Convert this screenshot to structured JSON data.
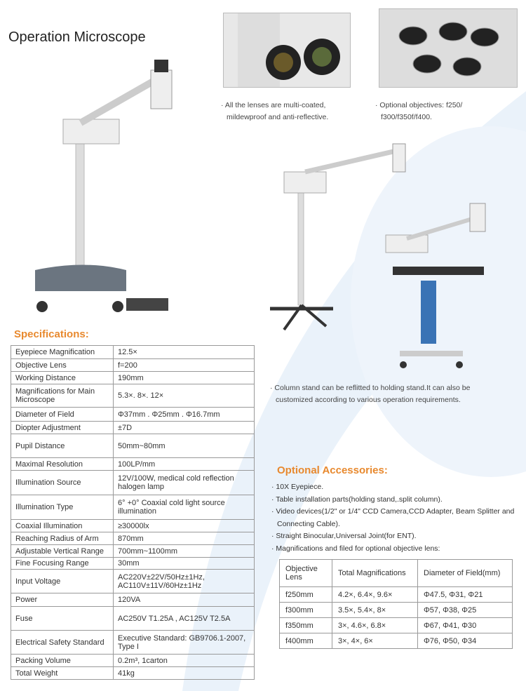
{
  "title": "Operation Microscope",
  "captions": {
    "lenses": "· All the lenses are multi-coated,",
    "lenses2": "mildewproof and anti-reflective.",
    "objectives": "· Optional objectives: f250/",
    "objectives2": "f300/f350f/f400.",
    "column": "· Column stand can be reflitted to  holding stand.It can also be",
    "column2": "customized according to various  operation requirements."
  },
  "specifications": {
    "heading": "Specifications:",
    "rows": [
      {
        "label": "Eyepiece Magnification",
        "value": "12.5×"
      },
      {
        "label": "Objective Lens",
        "value": "f=200"
      },
      {
        "label": "Working Distance",
        "value": "190mm"
      },
      {
        "label": "Magnifications for Main Microscope",
        "value": "5.3×. 8×. 12×"
      },
      {
        "label": "Diameter of Field",
        "value": "Φ37mm . Φ25mm . Φ16.7mm"
      },
      {
        "label": "Diopter Adjustment",
        "value": "±7D"
      },
      {
        "label": "Pupil Distance",
        "value": "50mm~80mm"
      },
      {
        "label": "Maximal Resolution",
        "value": "100LP/mm"
      },
      {
        "label": "Illumination Source",
        "value": "12V/100W,  medical cold reflection halogen lamp"
      },
      {
        "label": "Illumination Type",
        "value": "6° +0° Coaxial cold light source illumination"
      },
      {
        "label": "Coaxial Illumination",
        "value": "≥30000lx"
      },
      {
        "label": "Reaching Radius of Arm",
        "value": "870mm"
      },
      {
        "label": "Adjustable Vertical Range",
        "value": "700mm~1100mm"
      },
      {
        "label": "Fine Focusing Range",
        "value": "30mm"
      },
      {
        "label": "Input Voltage",
        "value": "AC220V±22V/50Hz±1Hz, AC110V±11V/60Hz±1Hz"
      },
      {
        "label": "Power",
        "value": "120VA"
      },
      {
        "label": "Fuse",
        "value": "AC250V T1.25A , AC125V T2.5A"
      },
      {
        "label": "Electrical Safety Standard",
        "value": "Executive Standard: GB9706.1-2007, Type I"
      },
      {
        "label": "Packing Volume",
        "value": "0.2m³, 1carton"
      },
      {
        "label": "Total Weight",
        "value": "41kg"
      }
    ]
  },
  "accessories": {
    "heading": "Optional Accessories:",
    "items": [
      "· 10X Eyepiece.",
      "· Table installation parts(holding stand,.split column).",
      "· Video devices(1/2\" or 1/4\" CCD Camera,CCD Adapter, Beam Splitter and Connecting Cable).",
      "· Straight Binocular,Universal Joint(for ENT).",
      "· Magnifications and filed for optional objective lens:"
    ],
    "table": {
      "headers": [
        "Objective Lens",
        "Total Magnifications",
        "Diameter of Field(mm)"
      ],
      "rows": [
        [
          "f250mm",
          "4.2×, 6.4×, 9.6×",
          "Φ47.5, Φ31, Φ21"
        ],
        [
          "f300mm",
          "3.5×, 5.4×, 8×",
          "Φ57, Φ38, Φ25"
        ],
        [
          "f350mm",
          "3×, 4.6×, 6.8×",
          "Φ67, Φ41, Φ30"
        ],
        [
          "f400mm",
          "3×, 4×, 6×",
          "Φ76, Φ50, Φ34"
        ]
      ]
    }
  }
}
